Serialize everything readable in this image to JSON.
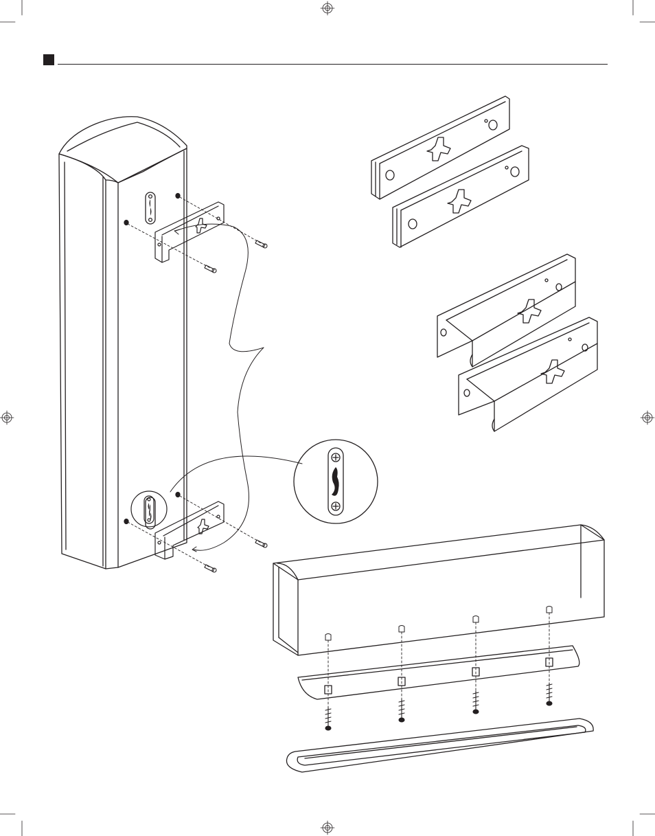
{
  "page": {
    "background": "#ffffff",
    "ink": "#231f20",
    "header_marker": "square-bullet"
  },
  "figures": [
    {
      "name": "tower-speaker-rear",
      "desc_icon": "speaker-icon"
    },
    {
      "name": "flat-bracket-pair",
      "desc_icon": "bracket-icon"
    },
    {
      "name": "channel-bracket-pair",
      "desc_icon": "bracket-icon"
    },
    {
      "name": "keyhole-detail",
      "desc_icon": "magnifier-icon"
    },
    {
      "name": "center-speaker-base",
      "desc_icon": "speaker-icon"
    }
  ]
}
